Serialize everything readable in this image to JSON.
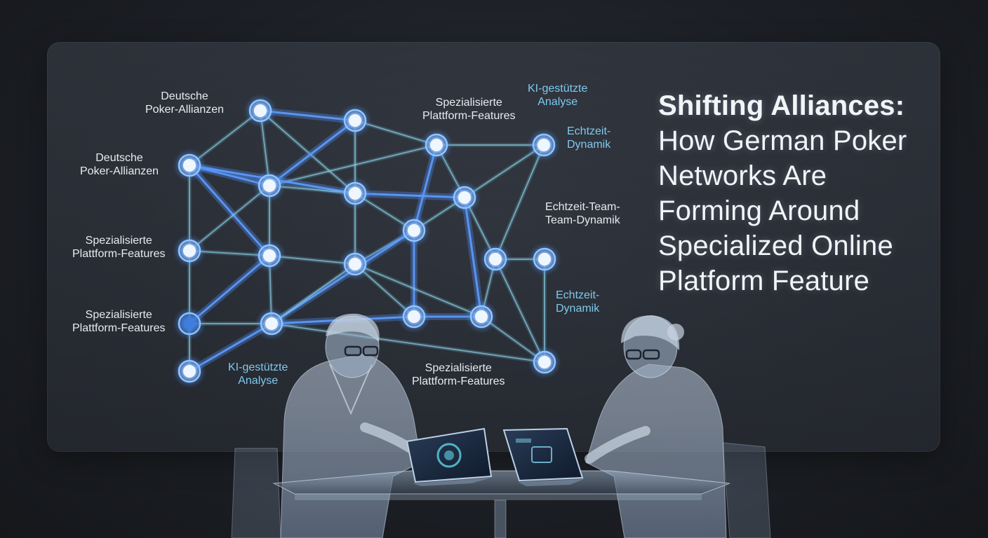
{
  "headline": {
    "bold": "Shifting Alliances:",
    "rest": "How German Poker Networks Are Forming Around Specialized Online Platform Feature"
  },
  "labels": [
    {
      "id": "l1",
      "lines": [
        "Deutsche",
        "Poker-Allianzen"
      ],
      "tone": "white"
    },
    {
      "id": "l2",
      "lines": [
        "Deutsche",
        "Poker-Allianzen"
      ],
      "tone": "white"
    },
    {
      "id": "l3",
      "lines": [
        "Spezialisierte",
        "Plattform-Features"
      ],
      "tone": "white"
    },
    {
      "id": "l4",
      "lines": [
        "Spezialisierte",
        "Plattform-Features"
      ],
      "tone": "white"
    },
    {
      "id": "l5",
      "lines": [
        "KI-gestützte",
        "Analyse"
      ],
      "tone": "cyan"
    },
    {
      "id": "l6",
      "lines": [
        "Spezialisierte",
        "Plattform-Features"
      ],
      "tone": "white"
    },
    {
      "id": "l7",
      "lines": [
        "KI-gestützte",
        "Analyse"
      ],
      "tone": "cyan"
    },
    {
      "id": "l8",
      "lines": [
        "Echtzeit-",
        "Dynamik"
      ],
      "tone": "cyan"
    },
    {
      "id": "l9",
      "lines": [
        "Echtzeit-Team-",
        "Team-Dynamik"
      ],
      "tone": "white"
    },
    {
      "id": "l10",
      "lines": [
        "Echtzeit-",
        "Dynamik"
      ],
      "tone": "cyan"
    },
    {
      "id": "l11",
      "lines": [
        "Spezialisierte",
        "Plattform-Features"
      ],
      "tone": "white"
    }
  ],
  "colors": {
    "accent_blue": "#4f8df0",
    "accent_cyan": "#7fd0e8",
    "node_core": "#eef6ff",
    "text_cyan": "#7fc9ef"
  },
  "figures": [
    "person-male-icon",
    "person-female-icon",
    "tablet-icon",
    "tablet-icon"
  ]
}
